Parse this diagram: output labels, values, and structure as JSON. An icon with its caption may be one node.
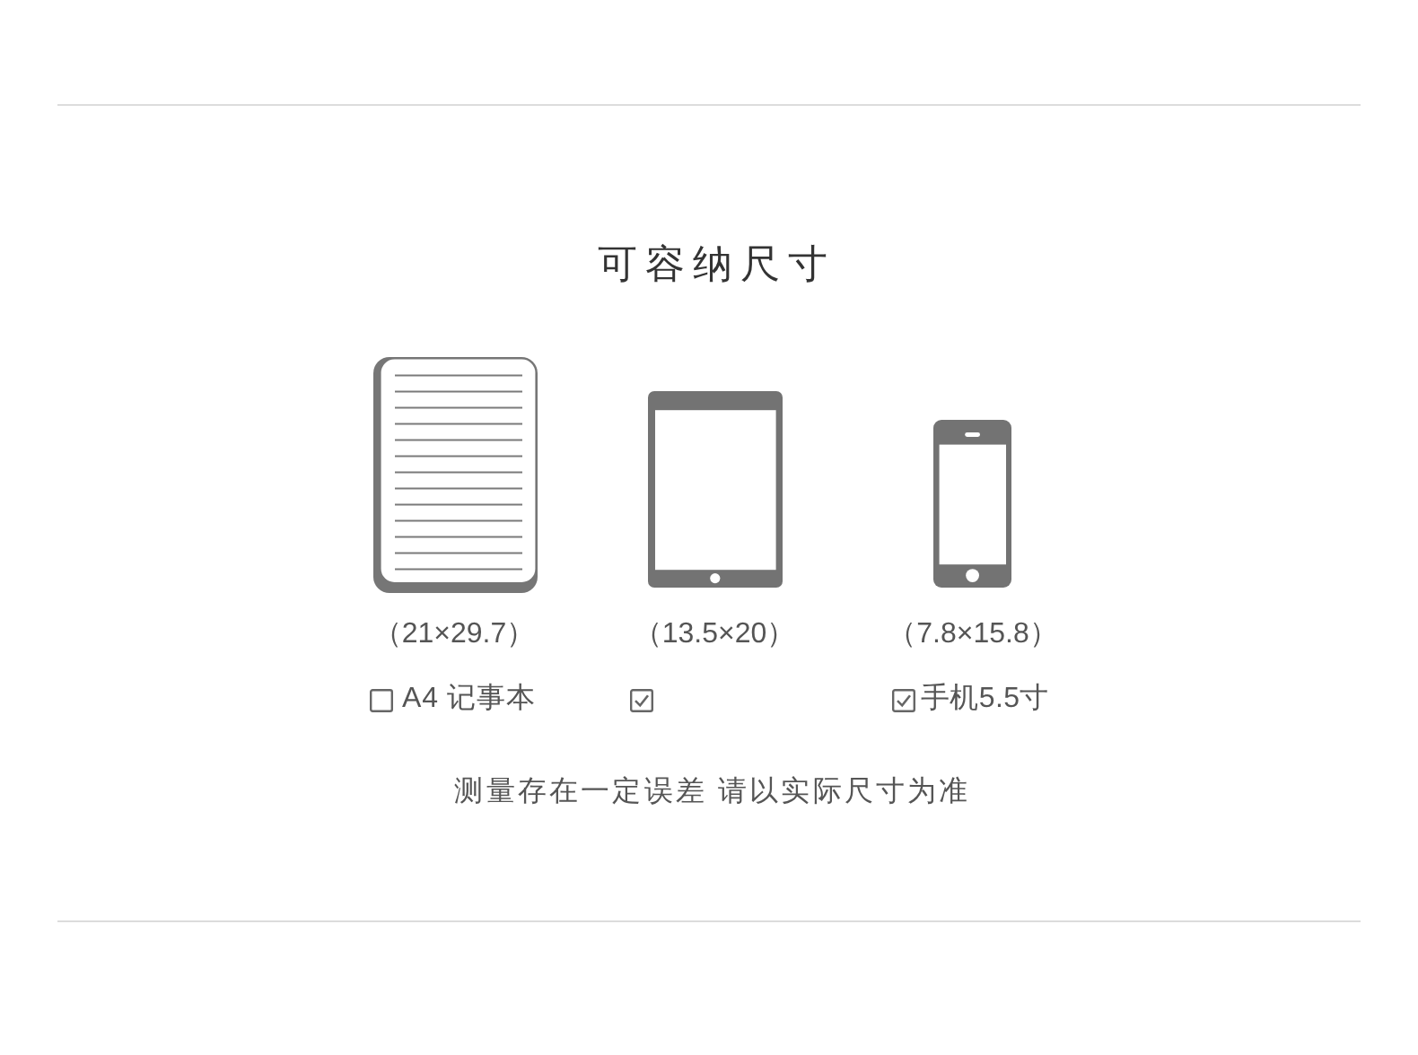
{
  "diagram": {
    "title": "可容纳尺寸",
    "labels": [
      "（21×29.7）",
      "（13.5×20）",
      "（7.8×15.8）",
      "A4 记事本",
      "手机5.5寸",
      "测量存在一定误差 请以实际尺寸为准"
    ]
  }
}
